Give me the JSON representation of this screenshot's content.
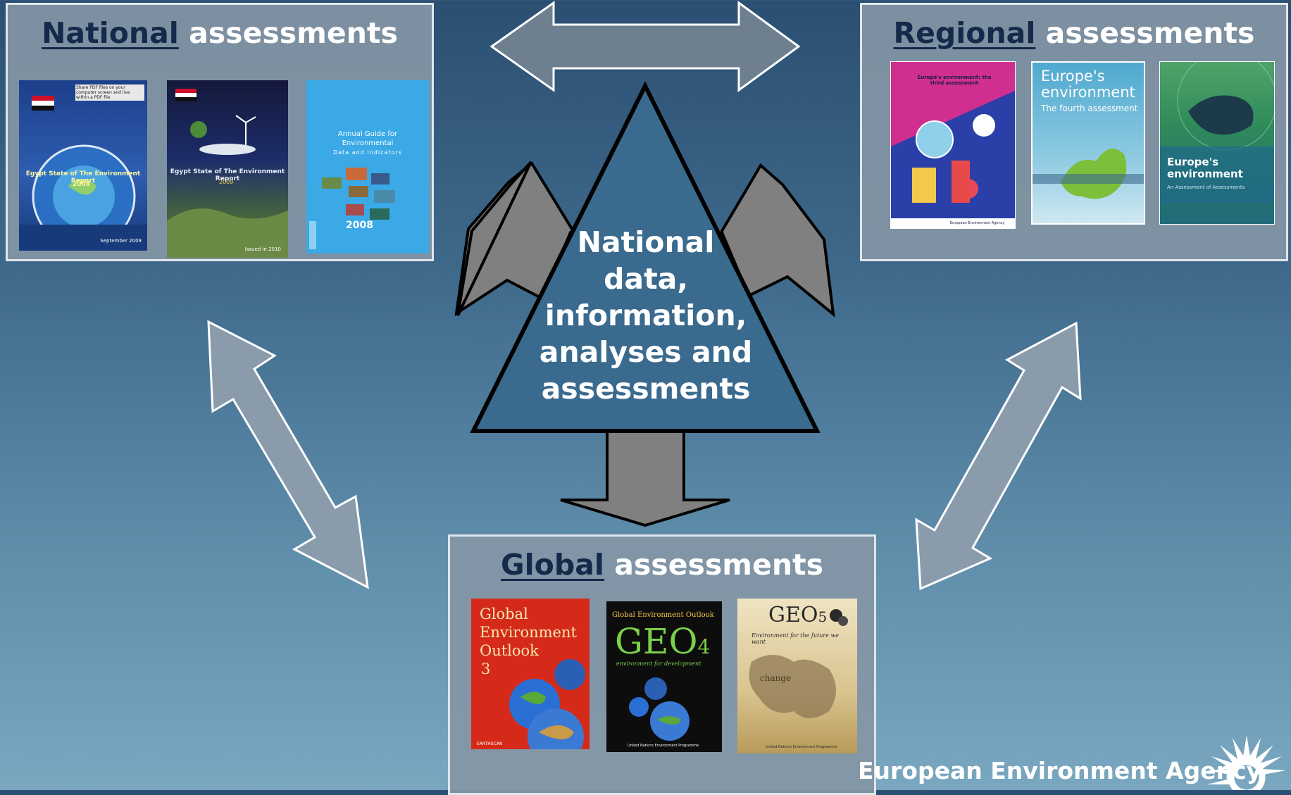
{
  "center": {
    "lines": [
      "National",
      "data,",
      "information,",
      "analyses and",
      "assessments"
    ]
  },
  "panels": {
    "national": {
      "keyword": "National",
      "rest": "assessments",
      "covers": [
        {
          "title": "Egypt State of The Environment Report",
          "year": "2008",
          "footer": "September 2009",
          "note": "Share PDF files on your computer screen and live within a PDF file"
        },
        {
          "title": "Egypt State of The Environment Report",
          "year": "2009",
          "footer": "Issued in 2010"
        },
        {
          "title": "Annual Guide for Environmental",
          "subtitle": "Data and Indicators",
          "year": "2008"
        }
      ]
    },
    "regional": {
      "keyword": "Regional",
      "rest": "assessments",
      "covers": [
        {
          "title": "Europe's environment: the third assessment",
          "footer": "European Environment Agency"
        },
        {
          "title": "Europe's environment",
          "subtitle": "The fourth assessment"
        },
        {
          "title": "Europe's environment",
          "subtitle": "An Assessment of Assessments"
        }
      ]
    },
    "global": {
      "keyword": "Global",
      "rest": "assessments",
      "covers": [
        {
          "title_lines": [
            "Global",
            "Environment",
            "Outlook",
            "3"
          ],
          "footer": "EARTHSCAN"
        },
        {
          "header": "Global Environment Outlook",
          "title": "GEO",
          "sub": "4",
          "tagline": "environment for development",
          "footer": "United Nations Environment Programme"
        },
        {
          "title": "GEO",
          "sub": "5",
          "tagline": "Environment for the future we want",
          "word": "change",
          "footer": "United Nations Environment Programme"
        }
      ]
    }
  },
  "footer": {
    "agency": "European Environment Agency"
  },
  "colors": {
    "arrow_fill": "#6e808f",
    "arrow_fill_diag": "#8a9bab",
    "triangle_fill": "#3a6a8e",
    "panel_bg": "#8496a5",
    "keyword": "#15294a"
  }
}
